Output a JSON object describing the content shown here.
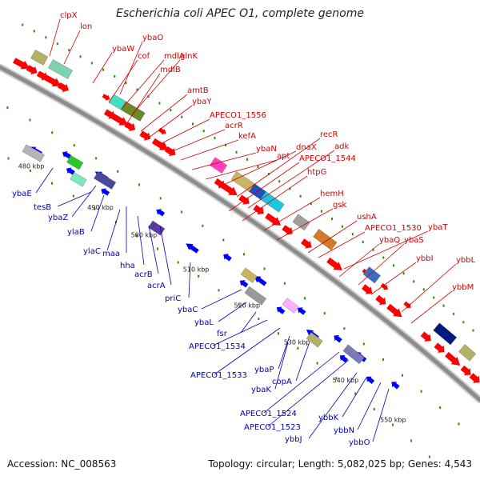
{
  "title": "Escherichia coli APEC O1, complete genome",
  "footer": {
    "accession": "Accession: NC_008563",
    "topology": "Topology: circular; Length: 5,082,025 bp; Genes: 4,543"
  },
  "colors": {
    "forward_gene": "#ff0000",
    "reverse_gene": "#0000ff",
    "forward_label": "#d40000",
    "reverse_label": "#0000b4",
    "backbone": "#8c8c8c",
    "tick": "#2e8b00"
  },
  "kbp_marks": [
    "480 kbp",
    "490 kbp",
    "500 kbp",
    "510 kbp",
    "520 kbp",
    "530 kbp",
    "540 kbp",
    "550 kbp"
  ],
  "forward_labels": [
    "clpX",
    "lon",
    "ybaW",
    "ybaO",
    "cof",
    "mdlA",
    "glnK",
    "mdlB",
    "amtB",
    "ybaY",
    "APECO1_1556",
    "acrR",
    "kefA",
    "ybaN",
    "apt",
    "dnaX",
    "recR",
    "adk",
    "APECO1_1544",
    "htpG",
    "hemH",
    "gsk",
    "ushA",
    "APECO1_1530",
    "ybaT",
    "ybaQ",
    "ybaS",
    "ybbI",
    "ybbL",
    "ybbM"
  ],
  "reverse_labels": [
    "ybaE",
    "tesB",
    "ybaZ",
    "ylaB",
    "ylaC",
    "maa",
    "hha",
    "acrB",
    "acrA",
    "priC",
    "ybaC",
    "ybaL",
    "fsr",
    "APECO1_1534",
    "APECO1_1533",
    "ybaP",
    "ybaK",
    "copA",
    "APECO1_1524",
    "APECO1_1523",
    "ybbJ",
    "ybbK",
    "ybbN",
    "ybbO"
  ]
}
